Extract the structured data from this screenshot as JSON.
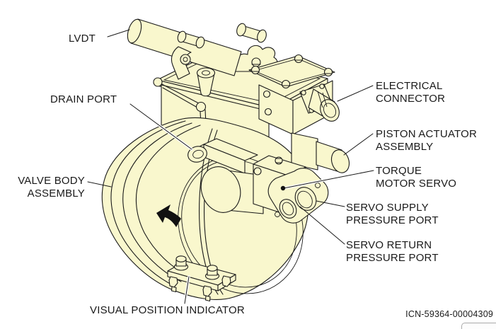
{
  "figure": {
    "callouts": {
      "lvdt": {
        "line1": "LVDT"
      },
      "drain_port": {
        "line1": "DRAIN PORT"
      },
      "valve_body": {
        "line1": "VALVE BODY",
        "line2": "ASSEMBLY"
      },
      "electrical_connector": {
        "line1": "ELECTRICAL",
        "line2": "CONNECTOR"
      },
      "piston_actuator": {
        "line1": "PISTON ACTUATOR",
        "line2": "ASSEMBLY"
      },
      "torque_motor_servo": {
        "line1": "TORQUE",
        "line2": "MOTOR SERVO"
      },
      "servo_supply": {
        "line1": "SERVO SUPPLY",
        "line2": "PRESSURE PORT"
      },
      "servo_return": {
        "line1": "SERVO RETURN",
        "line2": "PRESSURE PORT"
      },
      "visual_position_indicator": {
        "line1": "VISUAL POSITION INDICATOR"
      }
    },
    "icn": "ICN-59364-00004309",
    "icons": {
      "direction_arrow": "bent-arrow-pointing-upper-left"
    }
  },
  "colors": {
    "part_fill": "#F9F7CD",
    "line": "#1a1a1a",
    "arrow": "#111111"
  }
}
